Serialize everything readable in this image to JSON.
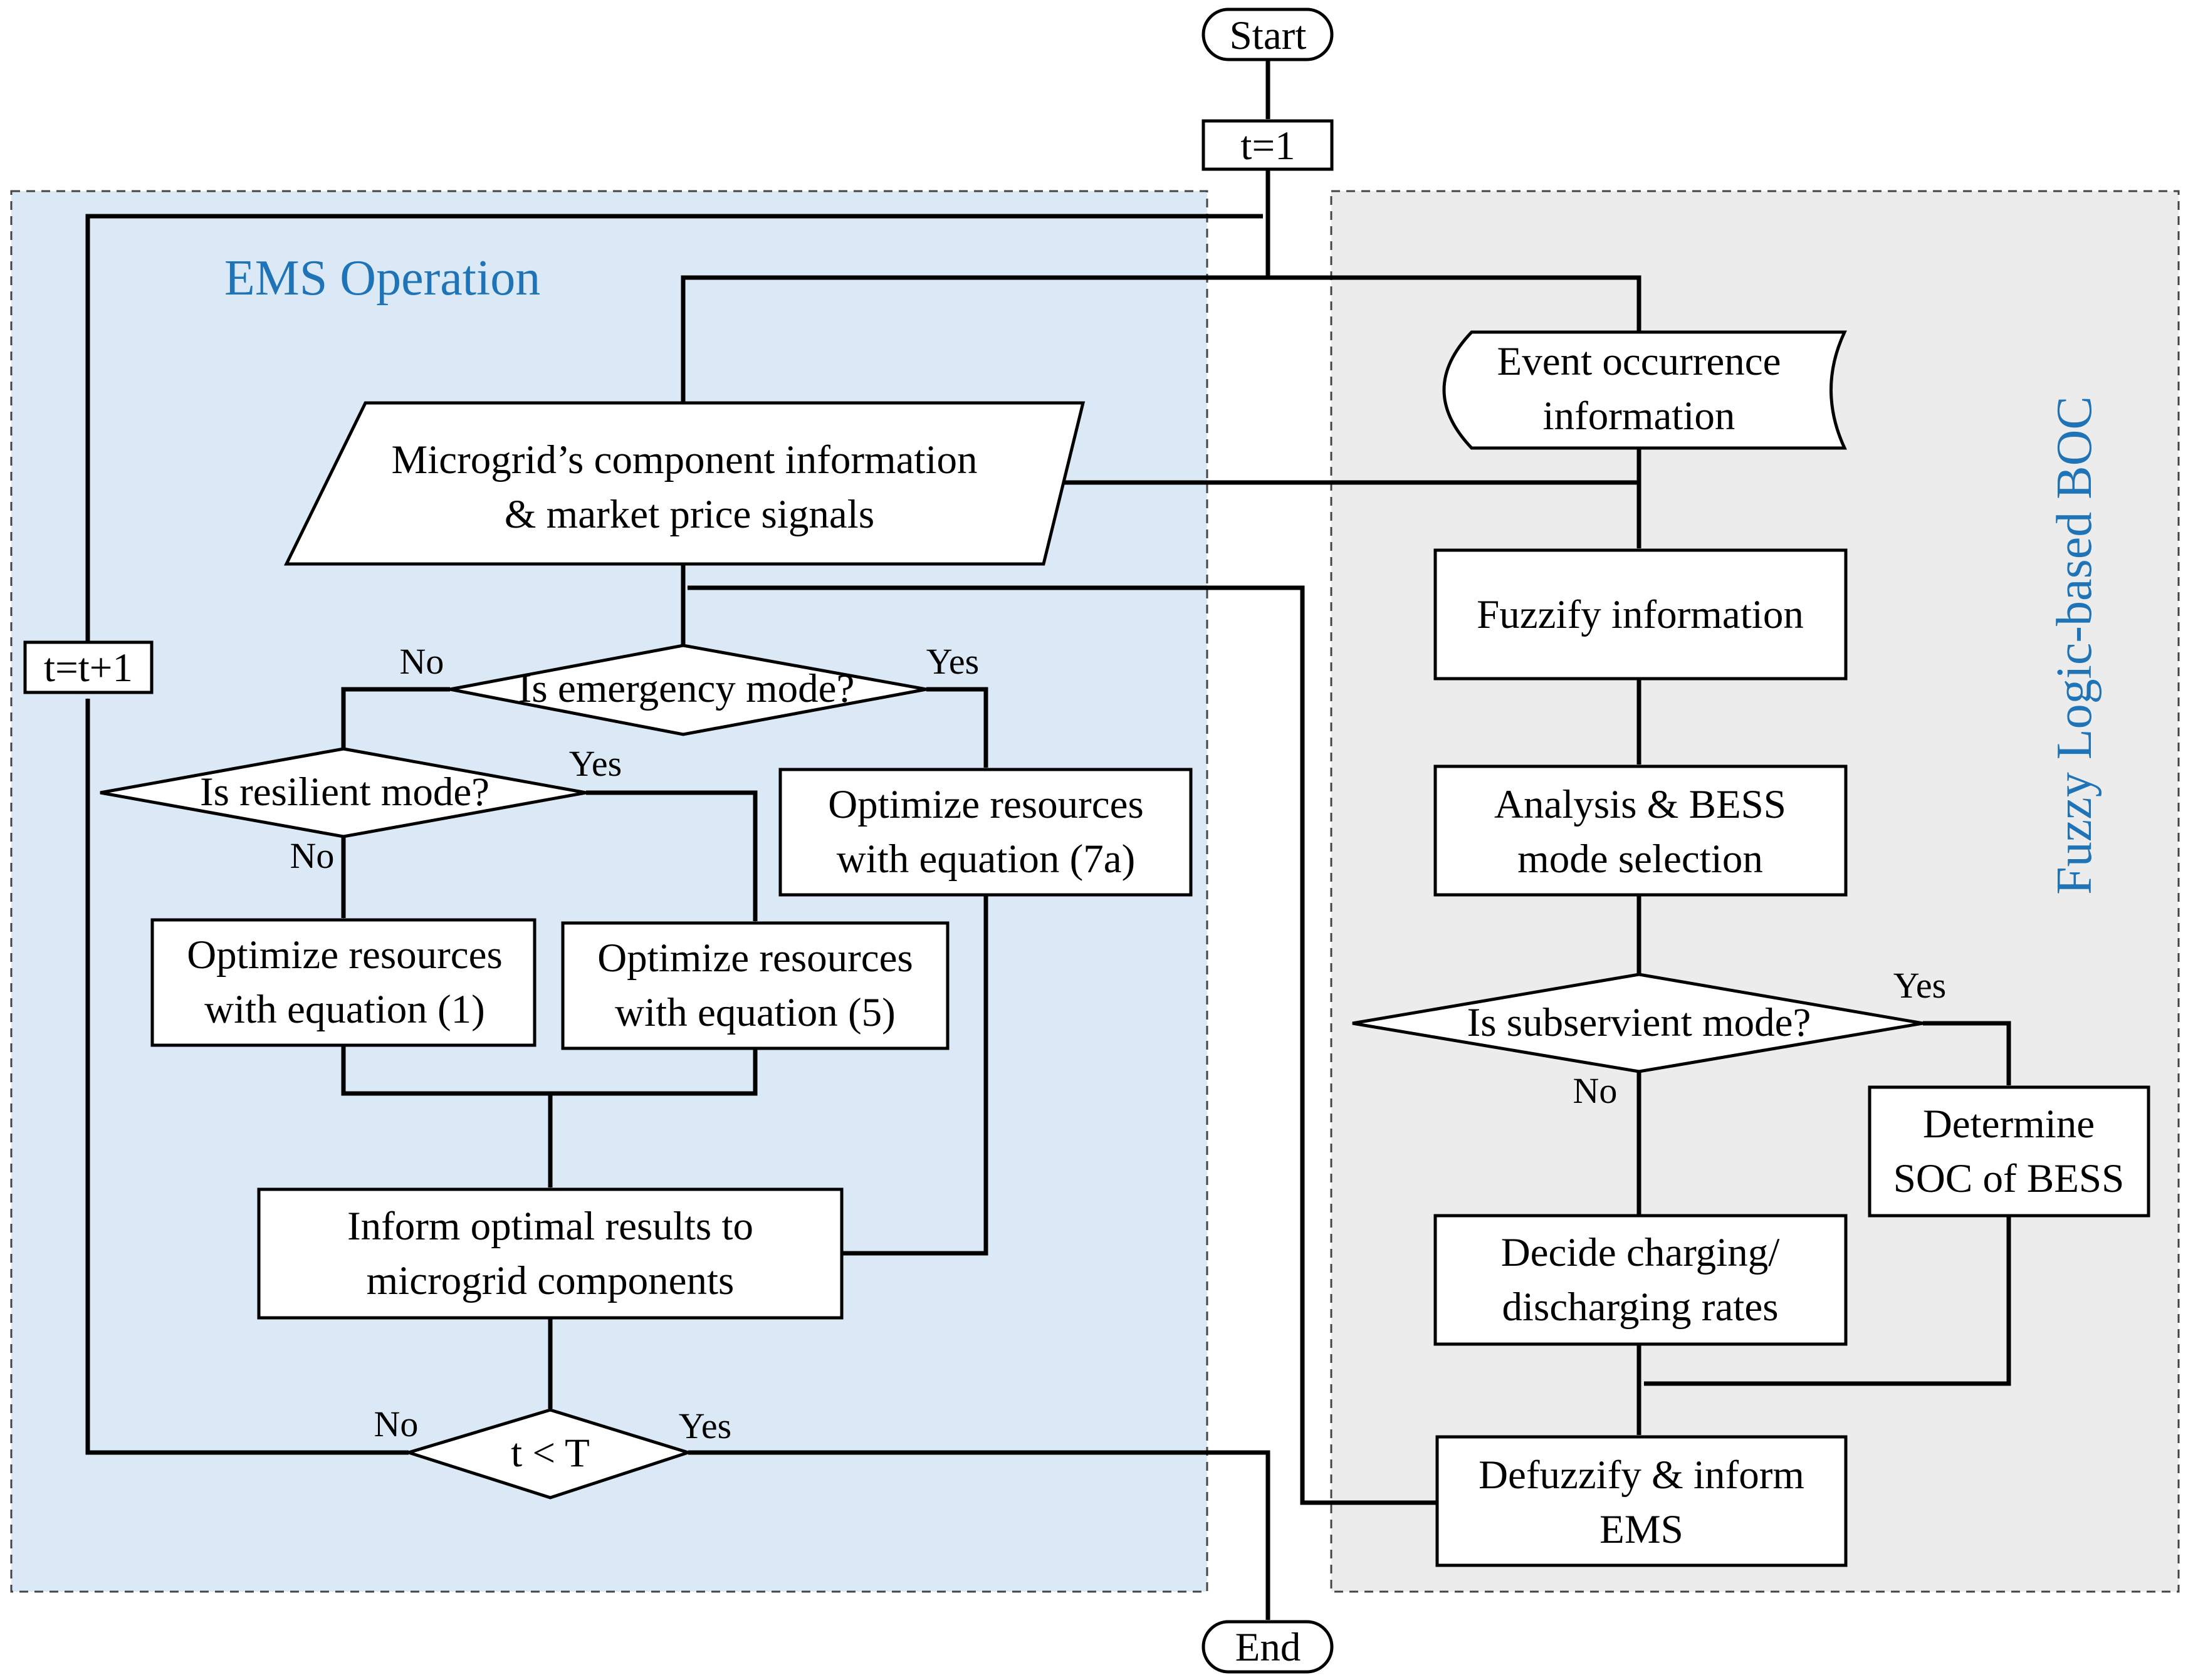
{
  "panels": {
    "ems_title": "EMS Operation",
    "boc_title": "Fuzzy Logic-based BOC",
    "ems_fill": "#dbe9f6",
    "boc_fill": "#ececec",
    "title_color": "#1f73b7"
  },
  "nodes": {
    "start": "Start",
    "init": "t=1",
    "increment": "t=t+1",
    "input": [
      "Microgrid’s component information",
      "& market price signals"
    ],
    "emergency_decision": "Is emergency mode?",
    "resilient_decision": "Is resilient mode?",
    "opt_eq1": [
      "Optimize resources",
      "with equation (1)"
    ],
    "opt_eq5": [
      "Optimize resources",
      "with equation (5)"
    ],
    "opt_eq7a": [
      "Optimize resources",
      "with equation (7a)"
    ],
    "inform": [
      "Inform optimal results to",
      "microgrid components"
    ],
    "time_decision": "t < T",
    "end": "End",
    "event": [
      "Event occurrence",
      "information"
    ],
    "fuzzify": "Fuzzify information",
    "analysis": [
      "Analysis & BESS",
      "mode selection"
    ],
    "subservient_decision": "Is subservient mode?",
    "decide_rates": [
      "Decide charging/",
      "discharging rates"
    ],
    "determine_soc": [
      "Determine",
      "SOC of BESS"
    ],
    "defuzzify": [
      "Defuzzify & inform",
      "EMS"
    ]
  },
  "edge_labels": {
    "emergency_no": "No",
    "emergency_yes": "Yes",
    "resilient_no": "No",
    "resilient_yes": "Yes",
    "time_no": "No",
    "time_yes": "Yes",
    "subservient_no": "No",
    "subservient_yes": "Yes"
  }
}
